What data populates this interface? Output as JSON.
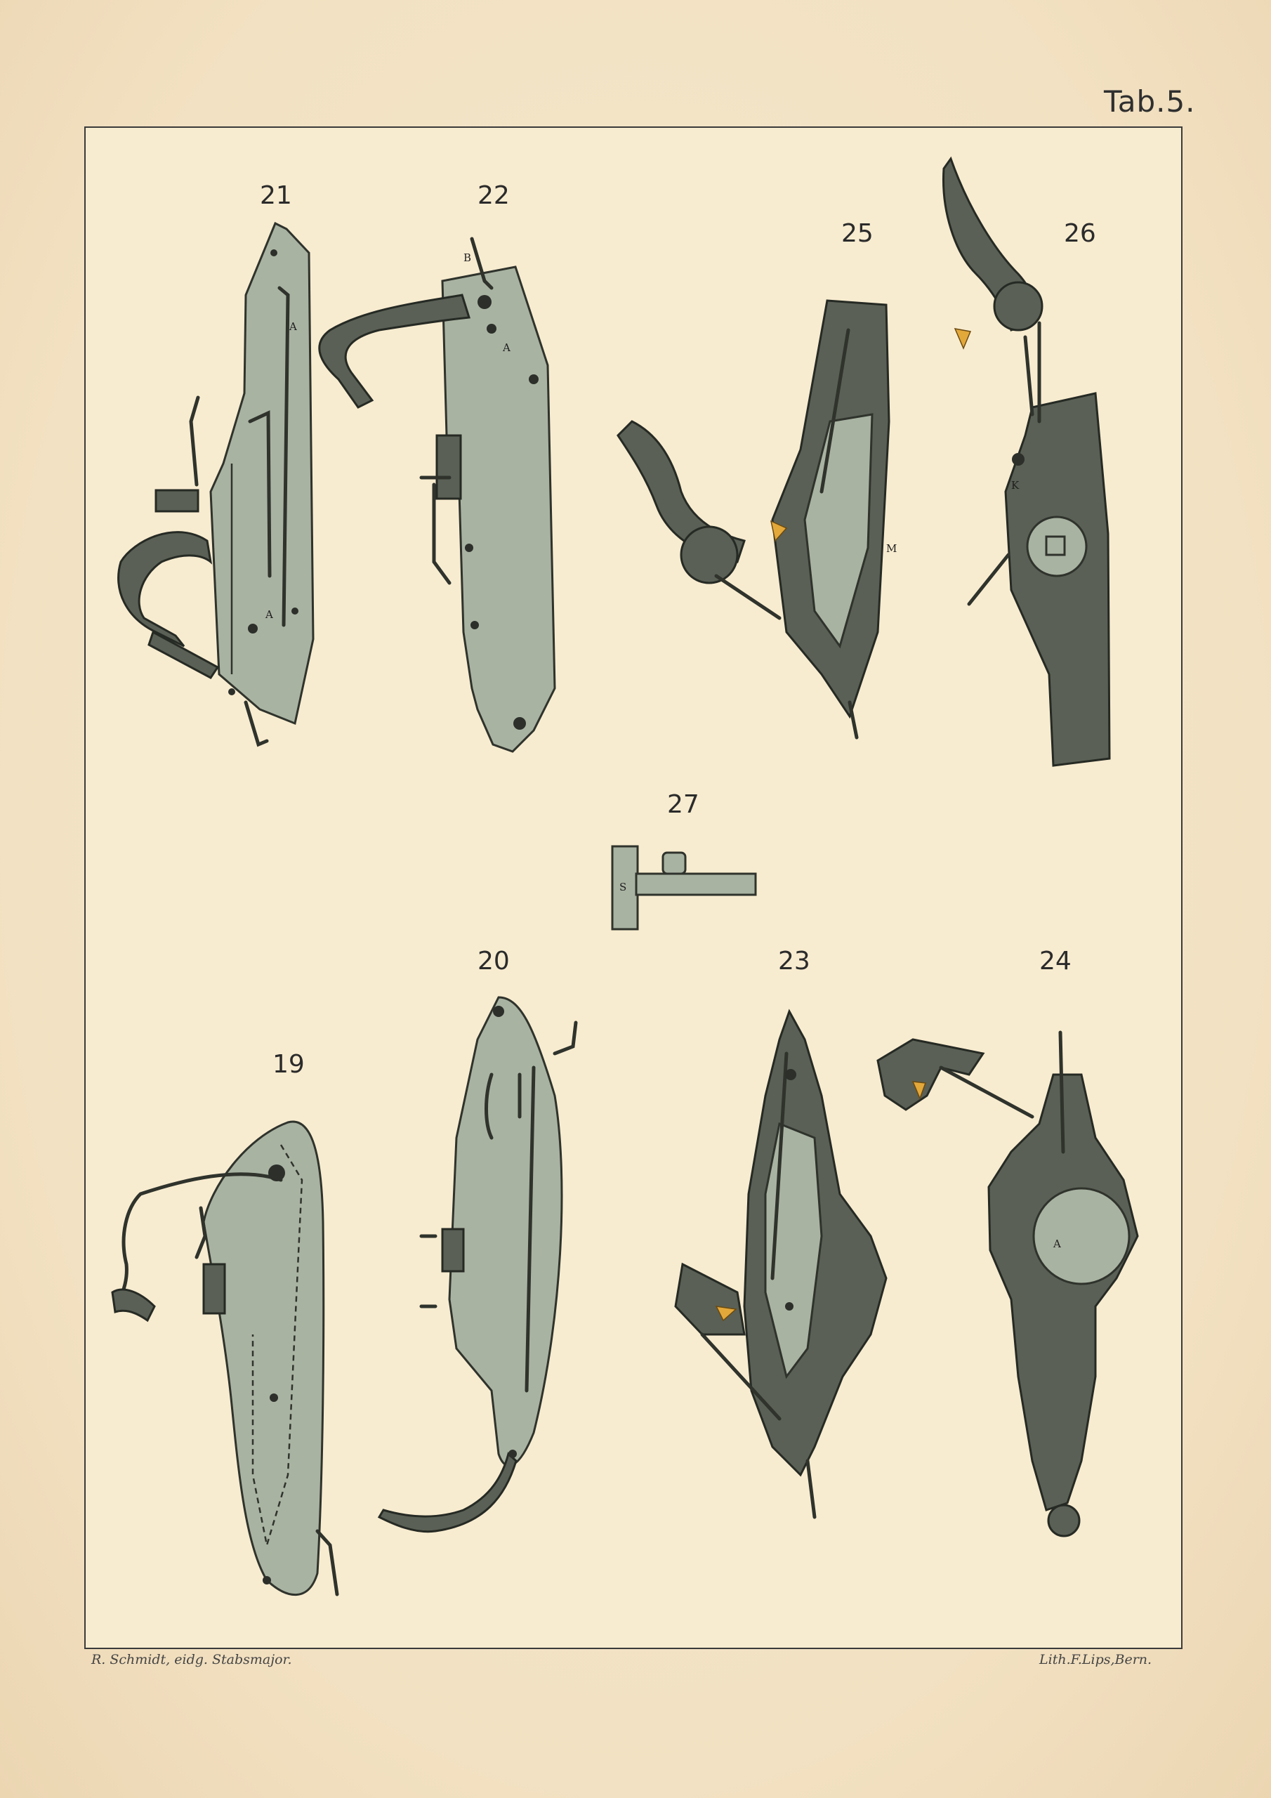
{
  "plate": {
    "tab_label": "Tab.5.",
    "credit_left": "R. Schmidt, eidg. Stabsmajor.",
    "credit_right": "Lith.F.Lips,Bern."
  },
  "figures": {
    "f21": "21",
    "f22": "22",
    "f25": "25",
    "f26": "26",
    "f27": "27",
    "f20": "20",
    "f23": "23",
    "f24": "24",
    "f19": "19"
  },
  "letters": {
    "a": "A",
    "b": "B",
    "k": "K",
    "m": "M",
    "s": "S"
  },
  "colors": {
    "paper": "#f3e3c6",
    "plate_fill": "#a9b3a2",
    "dark_metal": "#5a6055",
    "pyrite": "#e3a83a"
  }
}
